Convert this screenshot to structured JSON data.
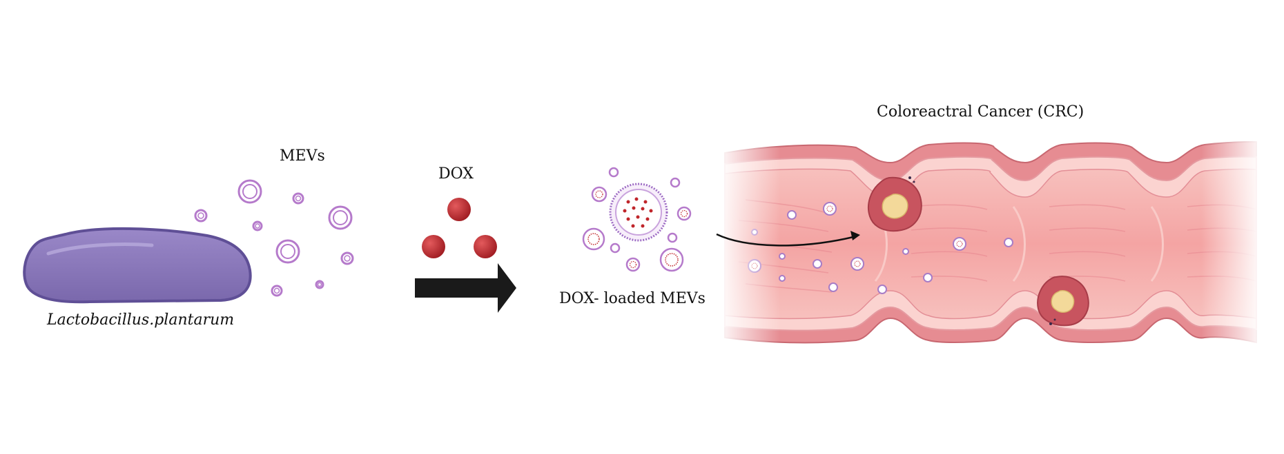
{
  "labels": {
    "bacterium": "Lactobacillus.plantarum",
    "mevs": "MEVs",
    "dox": "DOX",
    "loaded": "DOX- loaded MEVs",
    "crc": "Coloreactral Cancer (CRC)"
  },
  "colors": {
    "bacterium_fill": "#8a78b8",
    "bacterium_stroke": "#5f4f96",
    "vesicle_stroke": "#b57acb",
    "dox_red": "#c0262b",
    "arrow": "#1a1a1a",
    "colon_tissue": "#f5a8a8",
    "colon_outer": "#e07f85",
    "tumor": "#c8545f",
    "tumor_core": "#f3d99a"
  }
}
